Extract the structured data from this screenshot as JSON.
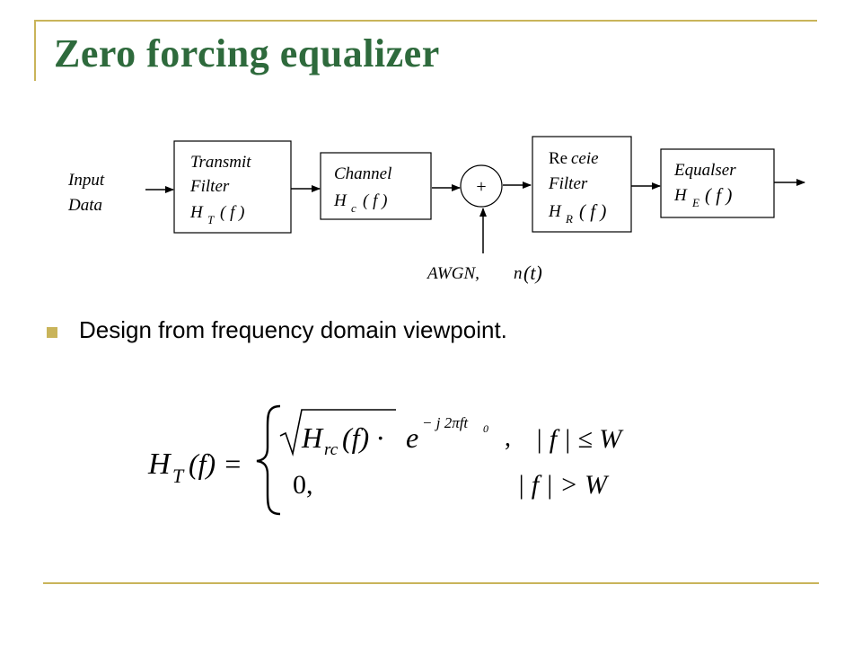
{
  "slide": {
    "title": "Zero forcing equalizer",
    "bullet": "Design from frequency domain viewpoint."
  },
  "diagram": {
    "input_label": [
      "Input",
      "Data"
    ],
    "transmit_filter": [
      "Transmit",
      "Filter",
      "H",
      "T",
      "( f )"
    ],
    "channel": [
      "Channel",
      "H",
      "c",
      "( f )"
    ],
    "adder_symbol": "+",
    "receive_filter": [
      "Re",
      "ceie",
      "Filter",
      "H",
      "R",
      "( f )"
    ],
    "equalizer": [
      "Equalser",
      "H",
      "E",
      "( f )"
    ],
    "noise_label": [
      "AWGN,",
      "n",
      "(t)"
    ]
  },
  "equation": {
    "lhs_H": "H",
    "lhs_sub": "T",
    "lhs_arg": "(f) =",
    "case1_H": "H",
    "case1_sub": "rc",
    "case1_arg": "(f) ·",
    "case1_e": "e",
    "case1_exp": "− j 2πft",
    "case1_exp_sub": "0",
    "case1_comma": ",",
    "case1_cond": "| f | ≤ W",
    "case2_value": "0,",
    "case2_cond": "| f | > W"
  },
  "colors": {
    "title": "#2e6a3c",
    "frame": "#c9b45a",
    "bullet": "#c9b45a"
  }
}
